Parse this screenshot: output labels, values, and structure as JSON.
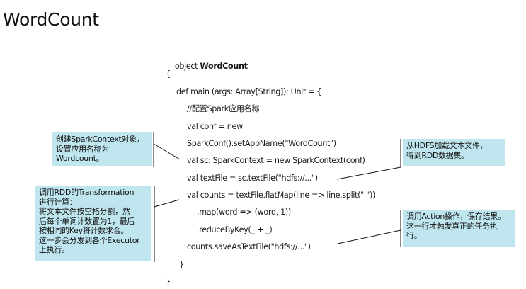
{
  "slide": {
    "title": "WordCount"
  },
  "code": {
    "line_object_keyword": "object ",
    "line_object_name": "WordCount",
    "lines": [
      "{",
      "def main (args: Array[String]): Unit = {",
      "//配置Spark应用名称",
      "val conf = new",
      "SparkConf().setAppName(\"WordCount\")",
      "val sc: SparkContext = new SparkContext(conf)",
      "val textFile = sc.textFile(\"hdfs://...\")",
      "val counts = textFile.flatMap(line => line.split(\" \"))",
      ".map(word => (word, 1))",
      ".reduceByKey(_ + _)",
      "counts.saveAsTextFile(\"hdfs://...\")",
      "}",
      "}"
    ]
  },
  "callouts": {
    "spark_context": "创建SparkContext对象，\n设置应用名称为\nWordcount。",
    "transformation": "调用RDD的Transformation\n进行计算：\n将文本文件按空格分割，然\n后每个单词计数置为1，最后\n按相同的Key将计数求合。\n这一步会分发到各个Executor\n上执行。",
    "hdfs_load": "从HDFS加载文本文件，\n得到RDD数据集。",
    "action": "调用Action操作，保存结果。\n这一行才触发真正的任务执\n行。"
  },
  "colors": {
    "callout_background": "#bfe6ee",
    "text": "#1a1a1a"
  }
}
